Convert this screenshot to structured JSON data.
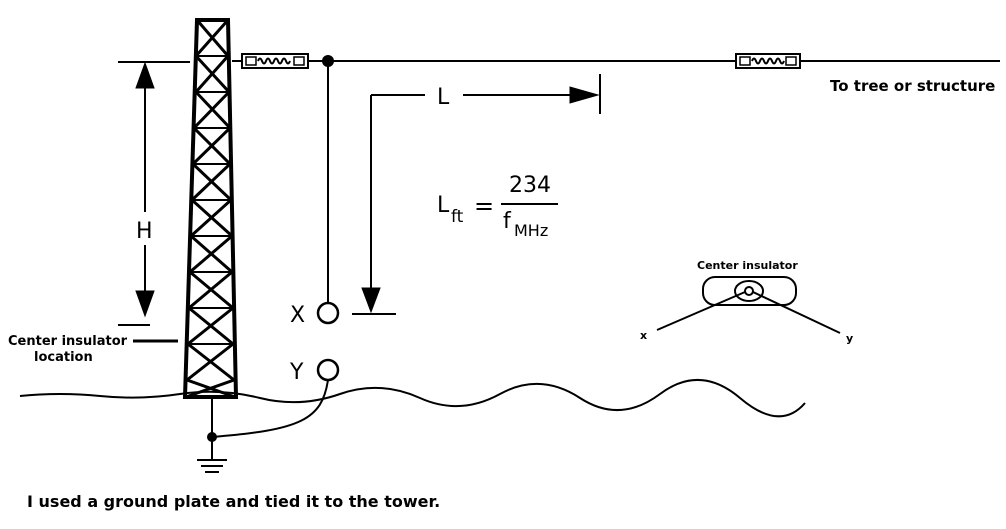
{
  "labels": {
    "to_tree": "To tree or structure",
    "L": "L",
    "H": "H",
    "X": "X",
    "Y": "Y",
    "center_insulator_location_line1": "Center insulator",
    "center_insulator_location_line2": "location",
    "center_insulator": "Center insulator",
    "inset_x": "x",
    "inset_y": "y",
    "footer": "I used a ground plate and tied it to the tower."
  },
  "formula": {
    "L": "L",
    "L_sub": "ft",
    "equals": "=",
    "numerator": "234",
    "denominator": "f",
    "denominator_sub": "MHz"
  },
  "colors": {
    "ink": "#000000",
    "background": "#ffffff"
  }
}
